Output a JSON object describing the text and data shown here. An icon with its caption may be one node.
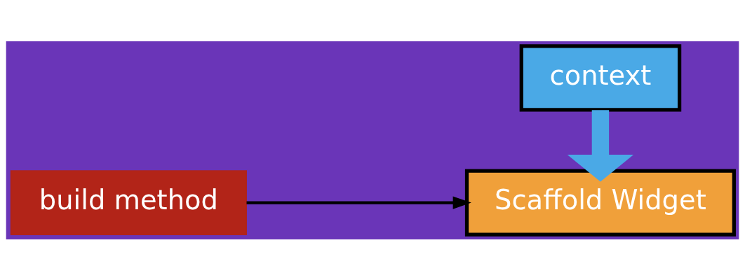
{
  "diagram": {
    "nodes": [
      {
        "text": [
          "context"
        ]
      },
      {
        "text": [
          "build method"
        ]
      },
      {
        "text": [
          "Scaffold Widget"
        ]
      }
    ],
    "edges": [
      {
        "from": 0,
        "to": 2,
        "arrow": "to",
        "style": "thick",
        "color": "#4aa9e6"
      },
      {
        "from": 1,
        "to": 2,
        "arrow": "to",
        "color": "#000000"
      }
    ]
  }
}
